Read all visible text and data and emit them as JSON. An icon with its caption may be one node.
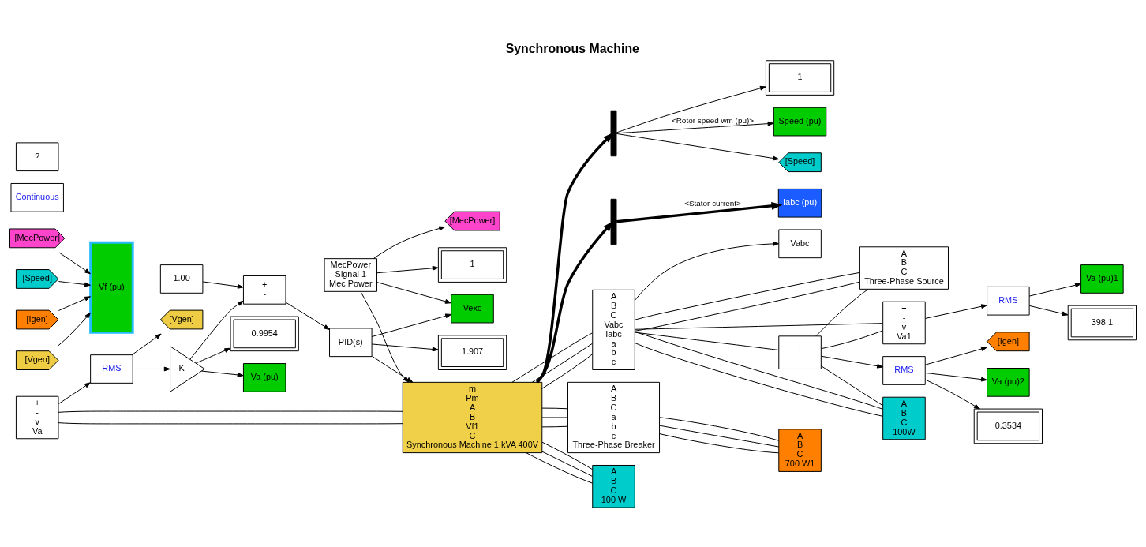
{
  "diagram": {
    "title": "Synchronous Machine",
    "nodes": [
      {
        "text": [
          "Speed (pu)"
        ]
      },
      {
        "text": [
          "[Speed]"
        ]
      },
      {
        "text": [
          "1"
        ]
      },
      {
        "text": [],
        "shape": "bar"
      },
      {
        "text": [],
        "shape": "bar"
      },
      {
        "text": [
          "Iabc (pu)"
        ]
      },
      {
        "text": [
          "[MecPower]"
        ]
      },
      {
        "text": [
          "0.9954"
        ]
      },
      {
        "text": [
          "+",
          "-",
          "v",
          "Va"
        ]
      },
      {
        "text": [
          "RMS"
        ]
      },
      {
        "text": [
          "-K-"
        ]
      },
      {
        "text": [
          "Va (pu)2"
        ]
      },
      {
        "text": [
          "Vabc"
        ]
      },
      {
        "text": [
          "1"
        ]
      },
      {
        "text": [
          "0.3534"
        ]
      },
      {
        "text": [
          "Va (pu)"
        ]
      },
      {
        "text": [
          "Va (pu)1"
        ]
      },
      {
        "text": [
          "[Igen]"
        ]
      },
      {
        "text": [
          "MecPower",
          "Signal 1",
          "Mec Power"
        ]
      },
      {
        "text": [
          "RMS"
        ]
      },
      {
        "text": [
          "[Vgen]"
        ]
      },
      {
        "text": [
          "+",
          "-",
          "v",
          "Va1"
        ]
      },
      {
        "text": [
          "RMS"
        ]
      },
      {
        "text": [
          "m",
          "Pm",
          "A",
          "B",
          "Vf1",
          "C",
          "Synchronous Machine 1 kVA 400V"
        ]
      },
      {
        "text": [
          "A",
          "B",
          "C",
          "Vabc",
          "Iabc",
          "a",
          "b",
          "c"
        ]
      },
      {
        "text": [
          "+",
          "i",
          "-"
        ]
      },
      {
        "text": [
          "A",
          "B",
          "C",
          "Three-Phase Source"
        ]
      },
      {
        "text": [
          "398.1"
        ]
      },
      {
        "text": [
          "1.00"
        ]
      },
      {
        "text": [
          "+",
          "-"
        ]
      },
      {
        "text": [
          "PID(s)"
        ]
      },
      {
        "text": [
          "A",
          "B",
          "C",
          "a",
          "b",
          "c",
          "Three-Phase Breaker"
        ]
      },
      {
        "text": [
          "[MecPower]"
        ]
      },
      {
        "text": [
          "[Speed]"
        ]
      },
      {
        "text": [
          "1.907"
        ]
      },
      {
        "text": [
          "Vexc"
        ]
      },
      {
        "text": [
          "[Igen]"
        ]
      },
      {
        "text": [
          "A",
          "B",
          "C",
          "100 W"
        ]
      },
      {
        "text": [
          "A",
          "B",
          "C",
          "700 W1"
        ]
      },
      {
        "text": [
          "A",
          "B",
          "C",
          "100W"
        ]
      },
      {
        "text": [
          "[Vgen]"
        ]
      },
      {
        "text": [
          "Continuous"
        ]
      },
      {
        "text": [
          "?"
        ]
      },
      {
        "text": [
          "Vf (pu)"
        ]
      }
    ],
    "edges": [
      {
        "from": 3,
        "to": 0,
        "arrow": "to",
        "label": "<Rotor speed wm (pu)>"
      },
      {
        "from": 3,
        "to": 2,
        "arrow": "to"
      },
      {
        "from": 3,
        "to": 1,
        "arrow": "to"
      },
      {
        "from": 23,
        "to": 3,
        "arrow": "to",
        "style": "thick"
      },
      {
        "from": 23,
        "to": 4,
        "arrow": "to",
        "style": "thick"
      },
      {
        "from": 4,
        "to": 5,
        "arrow": "to",
        "label": "<Stator current>",
        "style": "thick"
      },
      {
        "from": 18,
        "to": 6,
        "arrow": "to"
      },
      {
        "from": 18,
        "to": 13,
        "arrow": "to"
      },
      {
        "from": 18,
        "to": 23,
        "arrow": "to"
      },
      {
        "from": 18,
        "to": 35,
        "arrow": "to"
      },
      {
        "from": 28,
        "to": 29,
        "arrow": "to"
      },
      {
        "from": 29,
        "to": 30,
        "arrow": "to"
      },
      {
        "from": 30,
        "to": 23,
        "arrow": "to"
      },
      {
        "from": 30,
        "to": 34,
        "arrow": "to"
      },
      {
        "from": 30,
        "to": 35,
        "arrow": "to"
      },
      {
        "from": 10,
        "to": 29,
        "arrow": "to"
      },
      {
        "from": 10,
        "to": 7,
        "arrow": "to"
      },
      {
        "from": 10,
        "to": 15,
        "arrow": "to"
      },
      {
        "from": 8,
        "to": 9,
        "arrow": "to"
      },
      {
        "from": 9,
        "to": 10,
        "arrow": "to"
      },
      {
        "from": 9,
        "to": 20,
        "arrow": "to"
      },
      {
        "from": 23,
        "to": 24,
        "arrow": "none"
      },
      {
        "from": 23,
        "to": 24,
        "arrow": "none"
      },
      {
        "from": 23,
        "to": 24,
        "arrow": "none"
      },
      {
        "from": 23,
        "to": 8,
        "arrow": "none"
      },
      {
        "from": 23,
        "to": 8,
        "arrow": "none"
      },
      {
        "from": 23,
        "to": 37,
        "arrow": "none"
      },
      {
        "from": 23,
        "to": 37,
        "arrow": "none"
      },
      {
        "from": 23,
        "to": 37,
        "arrow": "none"
      },
      {
        "from": 23,
        "to": 31,
        "arrow": "none"
      },
      {
        "from": 23,
        "to": 31,
        "arrow": "none"
      },
      {
        "from": 23,
        "to": 31,
        "arrow": "none"
      },
      {
        "from": 31,
        "to": 38,
        "arrow": "none"
      },
      {
        "from": 31,
        "to": 38,
        "arrow": "none"
      },
      {
        "from": 31,
        "to": 38,
        "arrow": "none"
      },
      {
        "from": 24,
        "to": 12,
        "arrow": "to"
      },
      {
        "from": 24,
        "to": 25,
        "arrow": "none"
      },
      {
        "from": 25,
        "to": 26,
        "arrow": "none"
      },
      {
        "from": 25,
        "to": 39,
        "arrow": "none"
      },
      {
        "from": 25,
        "to": 21,
        "arrow": "none"
      },
      {
        "from": 24,
        "to": 26,
        "arrow": "none"
      },
      {
        "from": 24,
        "to": 39,
        "arrow": "none"
      },
      {
        "from": 24,
        "to": 21,
        "arrow": "none"
      },
      {
        "from": 24,
        "to": 26,
        "arrow": "none"
      },
      {
        "from": 24,
        "to": 39,
        "arrow": "none"
      },
      {
        "from": 25,
        "to": 19,
        "arrow": "to"
      },
      {
        "from": 19,
        "to": 11,
        "arrow": "to"
      },
      {
        "from": 19,
        "to": 14,
        "arrow": "to"
      },
      {
        "from": 19,
        "to": 17,
        "arrow": "to"
      },
      {
        "from": 21,
        "to": 22,
        "arrow": "to"
      },
      {
        "from": 22,
        "to": 16,
        "arrow": "to"
      },
      {
        "from": 22,
        "to": 27,
        "arrow": "to"
      },
      {
        "from": 32,
        "to": 43,
        "arrow": "to"
      },
      {
        "from": 33,
        "to": 43,
        "arrow": "to"
      },
      {
        "from": 36,
        "to": 43,
        "arrow": "to"
      },
      {
        "from": 40,
        "to": 43,
        "arrow": "to"
      }
    ]
  }
}
